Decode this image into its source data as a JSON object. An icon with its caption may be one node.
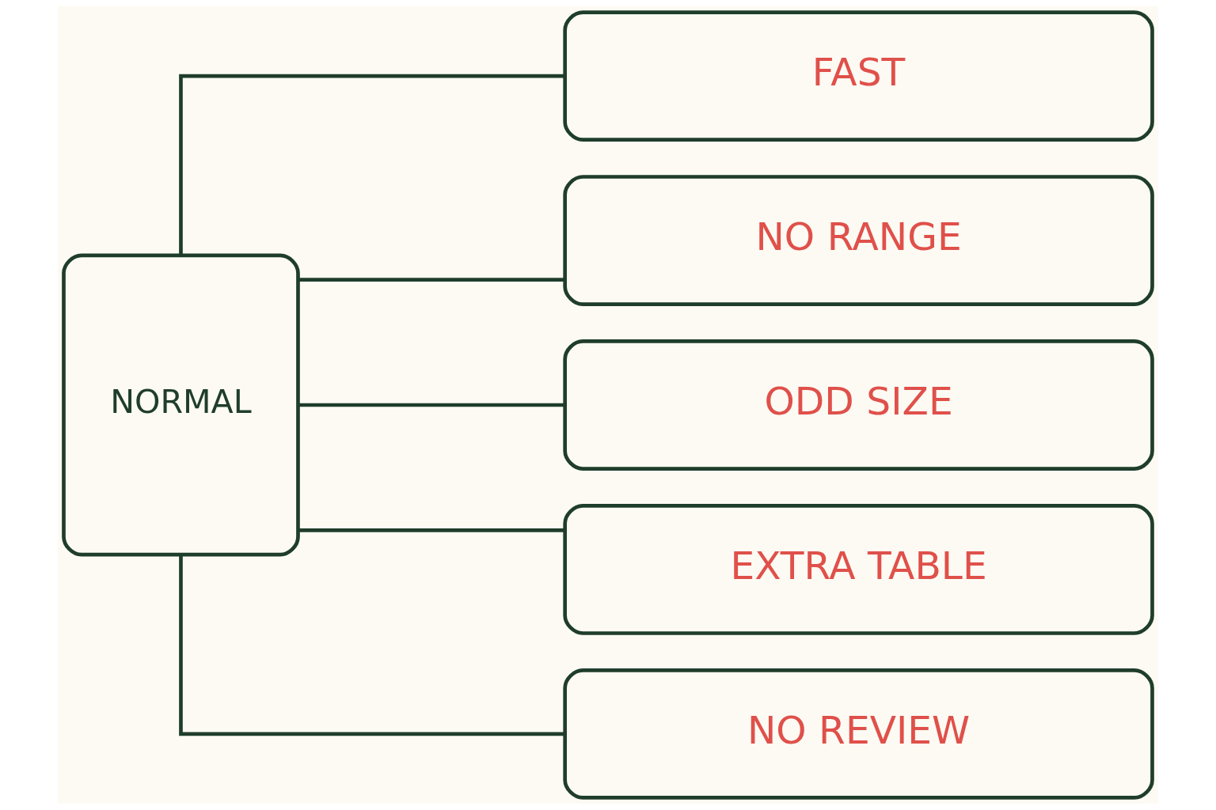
{
  "diagram": {
    "nodes": [
      {
        "text": [
          "NORMAL"
        ]
      },
      {
        "text": [
          "FAST"
        ]
      },
      {
        "text": [
          "NO RANGE"
        ]
      },
      {
        "text": [
          "ODD SIZE"
        ]
      },
      {
        "text": [
          "EXTRA TABLE"
        ]
      },
      {
        "text": [
          "NO REVIEW"
        ]
      }
    ],
    "edges": [
      {
        "from": 0,
        "to": 1,
        "arrow": "none"
      },
      {
        "from": 0,
        "to": 2,
        "arrow": "none"
      },
      {
        "from": 0,
        "to": 3,
        "arrow": "none"
      },
      {
        "from": 0,
        "to": 4,
        "arrow": "none"
      },
      {
        "from": 0,
        "to": 5,
        "arrow": "none"
      }
    ]
  }
}
